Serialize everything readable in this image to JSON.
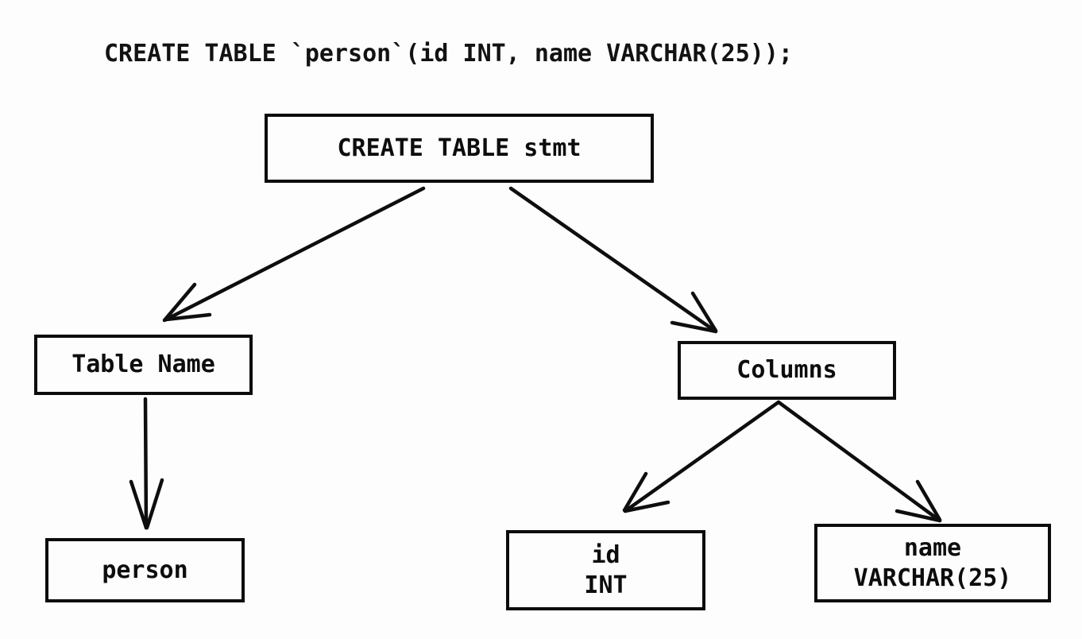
{
  "header": {
    "code": "CREATE TABLE `person`(id INT, name VARCHAR(25));"
  },
  "diagram": {
    "type": "parse-tree",
    "nodes": {
      "root": {
        "label": "CREATE TABLE stmt"
      },
      "table_name": {
        "label": "Table Name"
      },
      "columns": {
        "label": "Columns"
      },
      "person": {
        "label": "person"
      },
      "id_col": {
        "line1": "id",
        "line2": "INT"
      },
      "name_col": {
        "line1": "name",
        "line2": "VARCHAR(25)"
      }
    },
    "edges": [
      {
        "from": "root",
        "to": "table_name"
      },
      {
        "from": "root",
        "to": "columns"
      },
      {
        "from": "table_name",
        "to": "person"
      },
      {
        "from": "columns",
        "to": "id_col"
      },
      {
        "from": "columns",
        "to": "name_col"
      }
    ],
    "colors": {
      "background": "#fdfdfd",
      "stroke": "#0e0e0e",
      "text": "#121212"
    }
  }
}
